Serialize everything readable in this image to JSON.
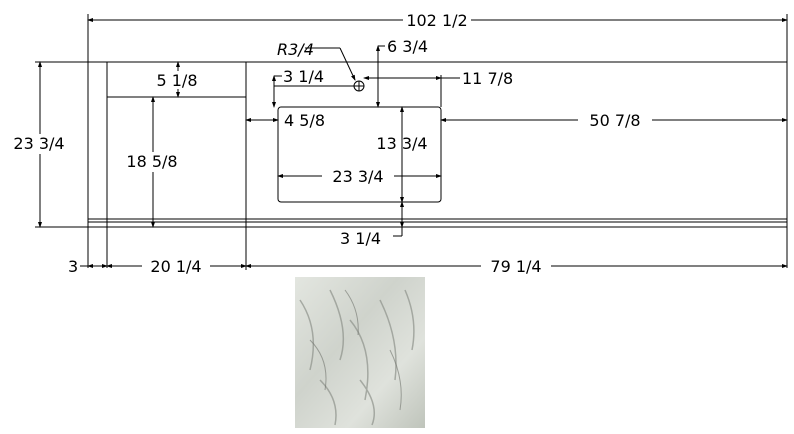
{
  "drawing": {
    "overall_length": "102 1/2",
    "overall_depth": "23 3/4",
    "backsplash_height": "5 1/8",
    "side_depth": "18 5/8",
    "faucet_radius": "R3/4",
    "faucet_to_edge": "6 3/4",
    "faucet_to_sink": "3 1/4",
    "faucet_offset": "11 7/8",
    "sink_left_offset": "4 5/8",
    "sink_right_offset": "50 7/8",
    "sink_depth": "13 3/4",
    "sink_width": "23 3/4",
    "sink_front_offset": "3 1/4",
    "end_strip": "3",
    "left_section": "20 1/4",
    "right_section": "79 1/4"
  },
  "swatch": {
    "colors": [
      "#d9ddd6",
      "#b9bfb6",
      "#8d918a",
      "#eef0ec"
    ]
  }
}
